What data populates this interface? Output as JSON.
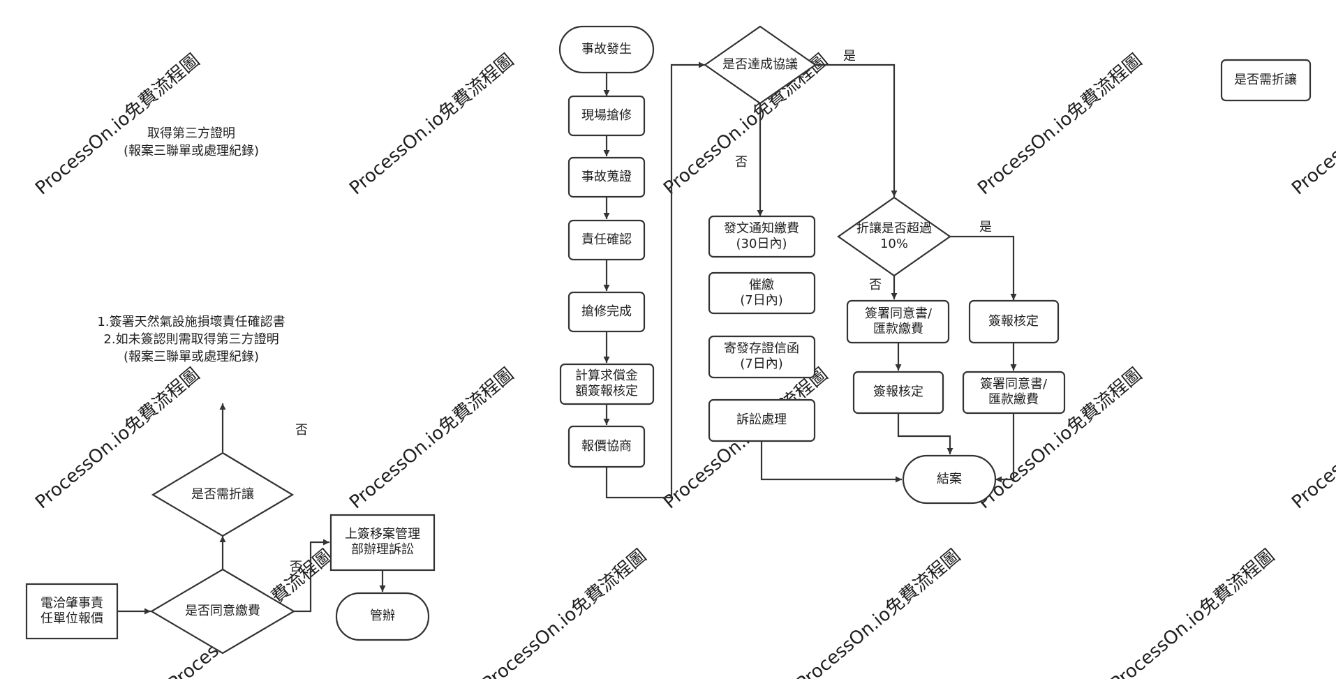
{
  "watermark": "ProcessOn.io免費流程圖",
  "colors": {
    "stroke": "#333333",
    "text": "#1f1f1f",
    "watermark": "#d9d9d9",
    "background": "#ffffff"
  },
  "notes": {
    "note1": {
      "lines": [
        "取得第三方證明",
        "(報案三聯單或處理紀錄)"
      ]
    },
    "note2": {
      "lines": [
        "1.簽署天然氣設施損壞責任確認書",
        "2.如未簽認則需取得第三方證明",
        "(報案三聯單或處理紀錄)"
      ]
    }
  },
  "nodes": {
    "accident": {
      "shape": "terminal",
      "lines": [
        "事故發生"
      ]
    },
    "repair": {
      "shape": "process",
      "lines": [
        "現場搶修"
      ]
    },
    "evidence": {
      "shape": "process",
      "lines": [
        "事故蒐證"
      ]
    },
    "liability": {
      "shape": "process",
      "lines": [
        "責任確認"
      ]
    },
    "repair_done": {
      "shape": "process",
      "lines": [
        "搶修完成"
      ]
    },
    "calc": {
      "shape": "process",
      "lines": [
        "計算求償金",
        "額簽報核定"
      ]
    },
    "quote": {
      "shape": "process",
      "lines": [
        "報價協商"
      ]
    },
    "agree": {
      "shape": "decision",
      "lines": [
        "是否達成協議"
      ]
    },
    "notice": {
      "shape": "process",
      "lines": [
        "發文通知繳費",
        "(30日內)"
      ]
    },
    "urge": {
      "shape": "process",
      "lines": [
        "催繳",
        "(7日內)"
      ]
    },
    "letter": {
      "shape": "process",
      "lines": [
        "寄發存證信函",
        "(7日內)"
      ]
    },
    "lawsuit": {
      "shape": "process",
      "lines": [
        "訴訟處理"
      ]
    },
    "discount10": {
      "shape": "decision",
      "lines": [
        "折讓是否超過",
        "10%"
      ]
    },
    "sign_a": {
      "shape": "process",
      "lines": [
        "簽署同意書/",
        "匯款繳費"
      ]
    },
    "approve_a": {
      "shape": "process",
      "lines": [
        "簽報核定"
      ]
    },
    "approve_b": {
      "shape": "process",
      "lines": [
        "簽報核定"
      ]
    },
    "sign_b": {
      "shape": "process",
      "lines": [
        "簽署同意書/",
        "匯款繳費"
      ]
    },
    "close": {
      "shape": "terminal",
      "lines": [
        "結案"
      ]
    },
    "discount_top": {
      "shape": "process",
      "lines": [
        "是否需折讓"
      ]
    },
    "contractor": {
      "shape": "process",
      "lines": [
        "電洽肇事責",
        "任單位報價"
      ]
    },
    "agree_pay": {
      "shape": "decision",
      "lines": [
        "是否同意繳費"
      ]
    },
    "need_discount": {
      "shape": "decision",
      "lines": [
        "是否需折讓"
      ]
    },
    "escalate": {
      "shape": "process",
      "lines": [
        "上簽移案管理",
        "部辦理訴訟"
      ]
    },
    "handle": {
      "shape": "terminal",
      "lines": [
        "管辦"
      ]
    }
  },
  "edge_labels": {
    "agree_yes": "是",
    "agree_no": "否",
    "discount_yes": "是",
    "discount_no": "否",
    "orphan_no": "否",
    "agree_pay_no": "否"
  }
}
